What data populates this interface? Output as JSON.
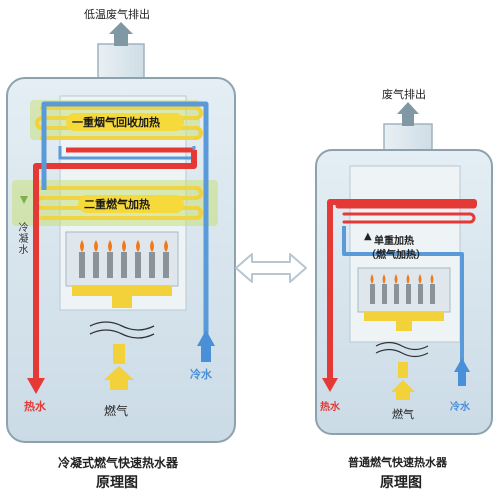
{
  "left_unit": {
    "exhaust_label": "低温废气排出",
    "stage1_label": "一重烟气回收加热",
    "stage2_label": "二重燃气加热",
    "condensate_label": "冷凝水",
    "hot_water_label": "热水",
    "cold_water_label": "冷水",
    "gas_label": "燃气",
    "caption_line1": "冷凝式燃气快速热水器",
    "caption_line2": "原理图"
  },
  "right_unit": {
    "exhaust_label": "废气排出",
    "stage_label_line1": "单重加热",
    "stage_label_line2": "（燃气加热）",
    "hot_water_label": "热水",
    "cold_water_label": "冷水",
    "gas_label": "燃气",
    "caption_line1": "普通燃气快速热水器",
    "caption_line2": "原理图"
  },
  "colors": {
    "hot_pipe": "#e53935",
    "cold_pipe": "#4a90d9",
    "gas_yellow": "#f2d13a",
    "cabinet": "#d9e6ee",
    "band_green": "#c9e07a",
    "flame": "#f07b1c"
  }
}
